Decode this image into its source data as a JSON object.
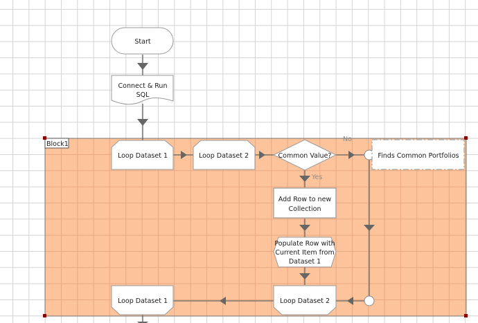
{
  "diagram": {
    "title": "Flowchart",
    "colors": {
      "grid": "#d4d4d4",
      "block_fill": "#fdc49c",
      "block_grid": "#e8a882",
      "block_border": "#7a7a7a",
      "shape_fill": "#ffffff",
      "shape_stroke": "#9a9a9a",
      "connector": "#666666",
      "handle": "#8b0000"
    },
    "nodes": {
      "start": {
        "label": "Start",
        "shape": "terminator"
      },
      "connect_sql": {
        "label_lines": [
          "Connect & Run",
          "SQL"
        ],
        "shape": "document"
      },
      "loop_dataset_1_start": {
        "label": "Loop Dataset 1",
        "shape": "loop-start"
      },
      "loop_dataset_2_start": {
        "label": "Loop Dataset 2",
        "shape": "loop-start"
      },
      "common_value": {
        "label": "Common Value?",
        "shape": "decision"
      },
      "finds_common": {
        "label": "Finds Common Portfolios",
        "shape": "note"
      },
      "add_row": {
        "label_lines": [
          "Add Row to new",
          "Collection"
        ],
        "shape": "process"
      },
      "populate_row": {
        "label_lines": [
          "Populate Row with",
          "Current Item from",
          "Dataset 1"
        ],
        "shape": "hexagon"
      },
      "loop_dataset_2_end": {
        "label": "Loop Dataset 2",
        "shape": "loop-end"
      },
      "loop_dataset_1_end": {
        "label": "Loop Dataset 1",
        "shape": "loop-end"
      }
    },
    "block": {
      "label": "Block1"
    },
    "edge_labels": {
      "no": "No",
      "yes": "Yes"
    }
  }
}
